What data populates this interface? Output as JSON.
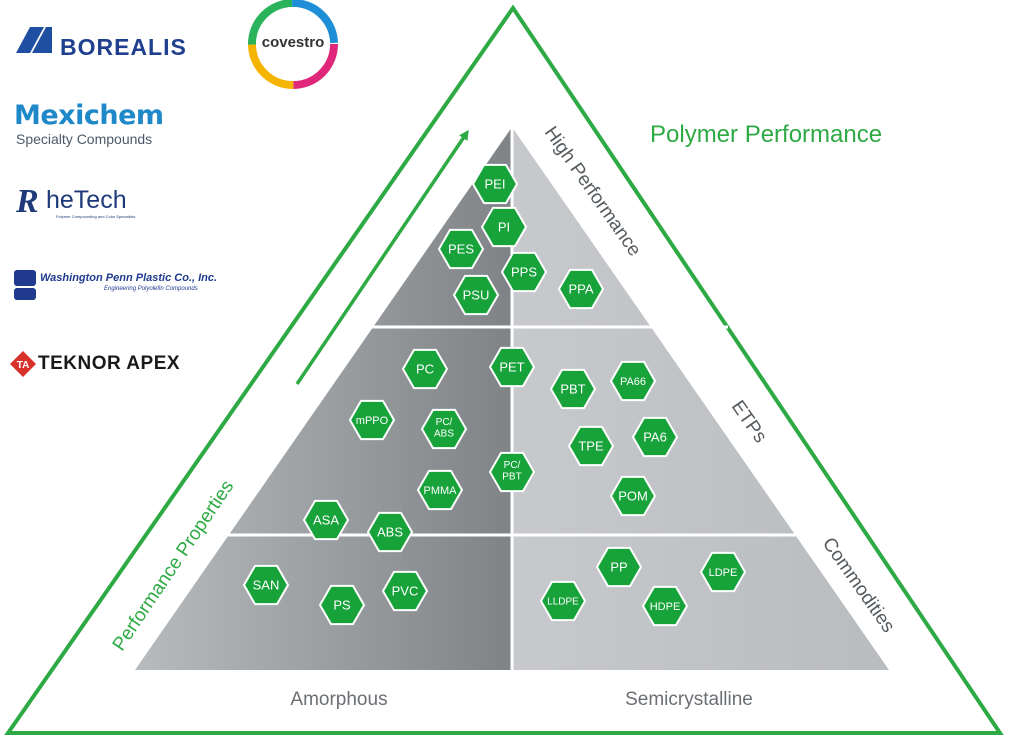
{
  "title": "Polymer Performance",
  "arrow_label": "Performance Properties",
  "bottom_labels": {
    "left": "Amorphous",
    "right": "Semicrystalline"
  },
  "tiers": {
    "top": "High Performance",
    "middle": "ETPs",
    "bottom": "Commodities"
  },
  "colors": {
    "frame": "#2eaa44",
    "hex_fill": "#17a23a",
    "hex_stroke": "#ffffff",
    "amorphous": "#8f9396",
    "semicrystalline": "#c2c4c7"
  },
  "logos": {
    "borealis": "BOREALIS",
    "covestro": "covestro",
    "mexichem": {
      "name": "Mexichem",
      "subtitle": "Specialty Compounds"
    },
    "rhetech": {
      "name": "heTech",
      "mark": "R",
      "tagline": "Polymer Compounding and Color Specialists"
    },
    "washington_penn": {
      "name": "Washington Penn Plastic Co., Inc.",
      "tagline": "Engineering Polyolefin Compounds"
    },
    "teknor_apex": {
      "name": "TEKNOR APEX",
      "mark": "TA"
    }
  },
  "polymers": [
    {
      "label": "PEI"
    },
    {
      "label": "PI"
    },
    {
      "label": "PES"
    },
    {
      "label": "PPS"
    },
    {
      "label": "PPA"
    },
    {
      "label": "PSU"
    },
    {
      "label": "PC"
    },
    {
      "label": "PET"
    },
    {
      "label": "PBT"
    },
    {
      "label": "PA66"
    },
    {
      "label": "mPPO"
    },
    {
      "label": "PC/ ABS"
    },
    {
      "label": "TPE"
    },
    {
      "label": "PA6"
    },
    {
      "label": "PC/ PBT"
    },
    {
      "label": "PMMA"
    },
    {
      "label": "POM"
    },
    {
      "label": "ASA"
    },
    {
      "label": "ABS"
    },
    {
      "label": "PP"
    },
    {
      "label": "LDPE"
    },
    {
      "label": "SAN"
    },
    {
      "label": "PVC"
    },
    {
      "label": "PS"
    },
    {
      "label": "LLDPE"
    },
    {
      "label": "HDPE"
    }
  ]
}
